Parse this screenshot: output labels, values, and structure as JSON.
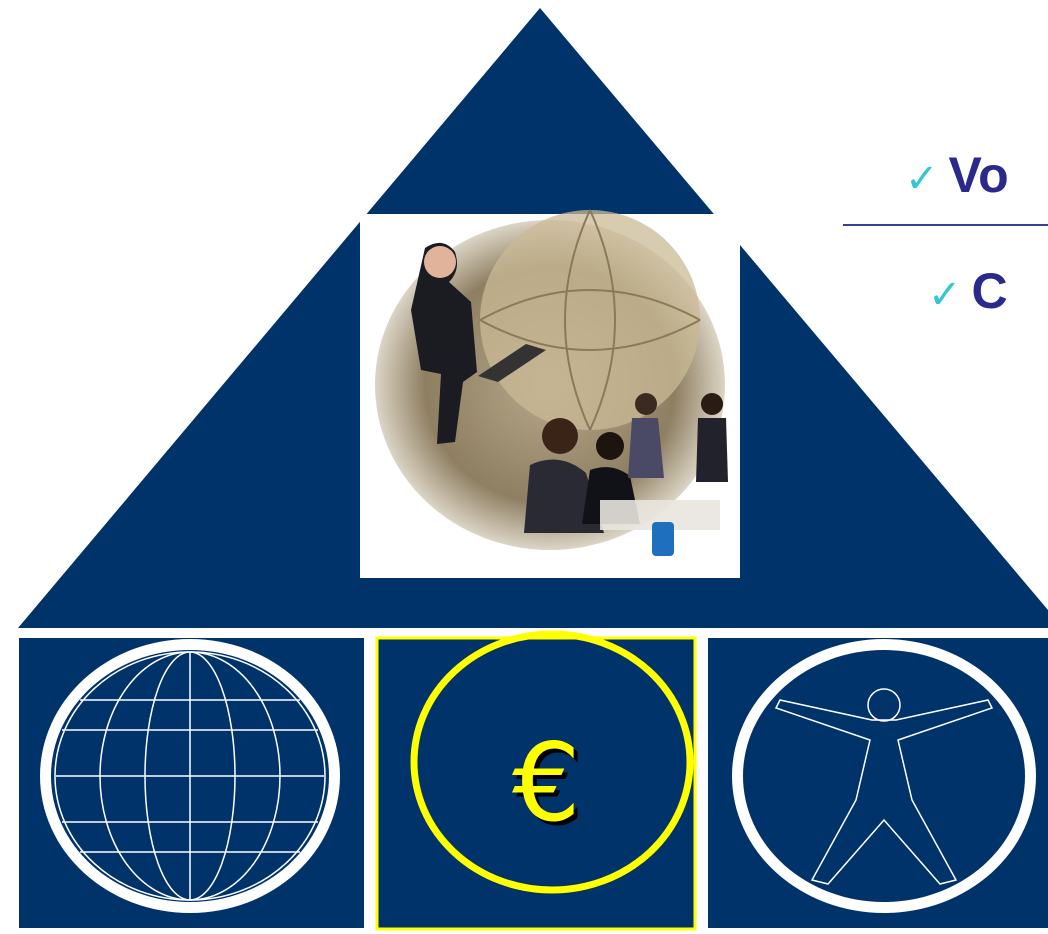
{
  "colors": {
    "navy": "#00336a",
    "bullet_text": "#2b2a8c",
    "checkmark": "#33c7d6",
    "euro_yellow": "#ffff00",
    "white": "#ffffff"
  },
  "bullets": [
    {
      "check": "✓",
      "text": "Vo"
    },
    {
      "check": "✓",
      "text": "C"
    }
  ],
  "icons": {
    "photo": "business-collage-photo",
    "left_panel": "globe-icon",
    "middle_panel": "euro-icon",
    "right_panel": "human-figure-icon"
  },
  "euro_symbol": "€"
}
